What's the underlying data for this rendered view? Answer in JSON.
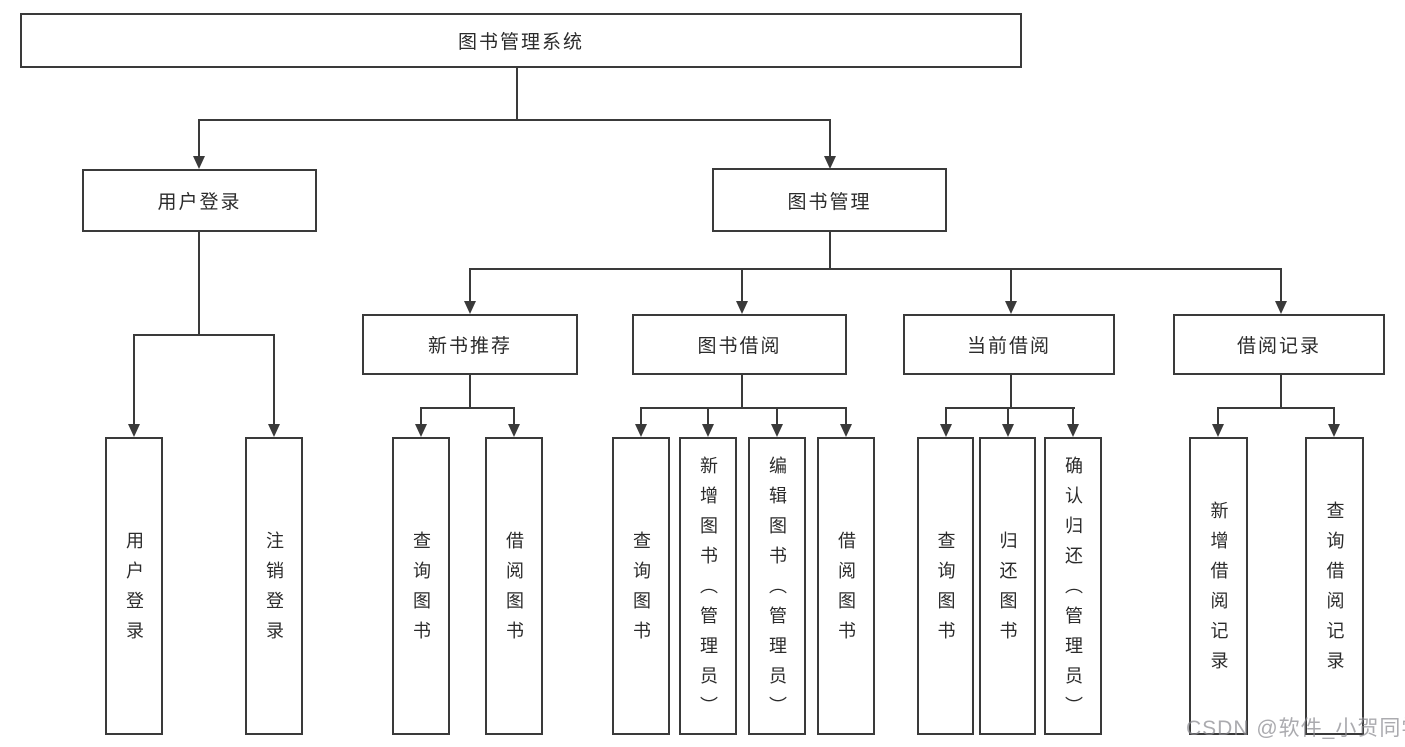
{
  "diagram": {
    "root": "图书管理系统",
    "branches": {
      "user_login": "用户登录",
      "book_management": "图书管理"
    },
    "modules": {
      "new_book_recommend": "新书推荐",
      "book_borrow": "图书借阅",
      "current_borrow": "当前借阅",
      "borrow_records": "借阅记录"
    },
    "leaves": {
      "user_login": [
        "用户登录",
        "注销登录"
      ],
      "new_book_recommend": [
        "查询图书",
        "借阅图书"
      ],
      "book_borrow": [
        "查询图书",
        "新增图书（管理员）",
        "编辑图书（管理员）",
        "借阅图书"
      ],
      "current_borrow": [
        "查询图书",
        "归还图书",
        "确认归还（管理员）"
      ],
      "borrow_records": [
        "新增借阅记录",
        "查询借阅记录"
      ]
    }
  },
  "watermark": "CSDN @软件_小贺同学",
  "colors": {
    "line": "#3a3a3a",
    "text": "#2b2b2b",
    "watermark": "#8a8a90"
  }
}
